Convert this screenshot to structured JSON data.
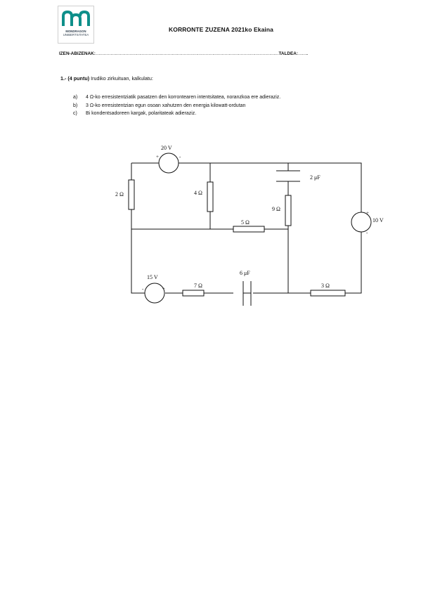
{
  "header": {
    "logo_line1": "MONDRAGON",
    "logo_line2": "UNIBERTSITATEA",
    "logo_color": "#0e8f8a",
    "title": "KORRONTE ZUZENA  2021ko Ekaina"
  },
  "form": {
    "name_label": "IZEN-ABIZENAK:",
    "group_label": "TALDEA:"
  },
  "question": {
    "number": "1.-",
    "points": "(4 puntu)",
    "text": "Irudiko zirkuituan, kalkulatu:",
    "items": [
      {
        "mark": "a)",
        "text": "4 Ω-ko erresistentziatik pasatzen den korrontearen intentsitatea, noranzkoa ere adieraziz."
      },
      {
        "mark": "b)",
        "text": "3 Ω-ko erresistentzian egun osoan xahutzen den energia kilowatt-ordutan"
      },
      {
        "mark": "c)",
        "text": "Bi kondentsadoreen kargak, polaritateak adieraziz."
      }
    ]
  },
  "circuit": {
    "v20": "20 V",
    "v10": "10 V",
    "v15": "15 V",
    "r2": "2 Ω",
    "r4": "4 Ω",
    "r9": "9 Ω",
    "r5": "5 Ω",
    "r7": "7 Ω",
    "r3": "3 Ω",
    "c2": "2 μF",
    "c6": "6 μF",
    "plus": "+",
    "minus": "-"
  }
}
